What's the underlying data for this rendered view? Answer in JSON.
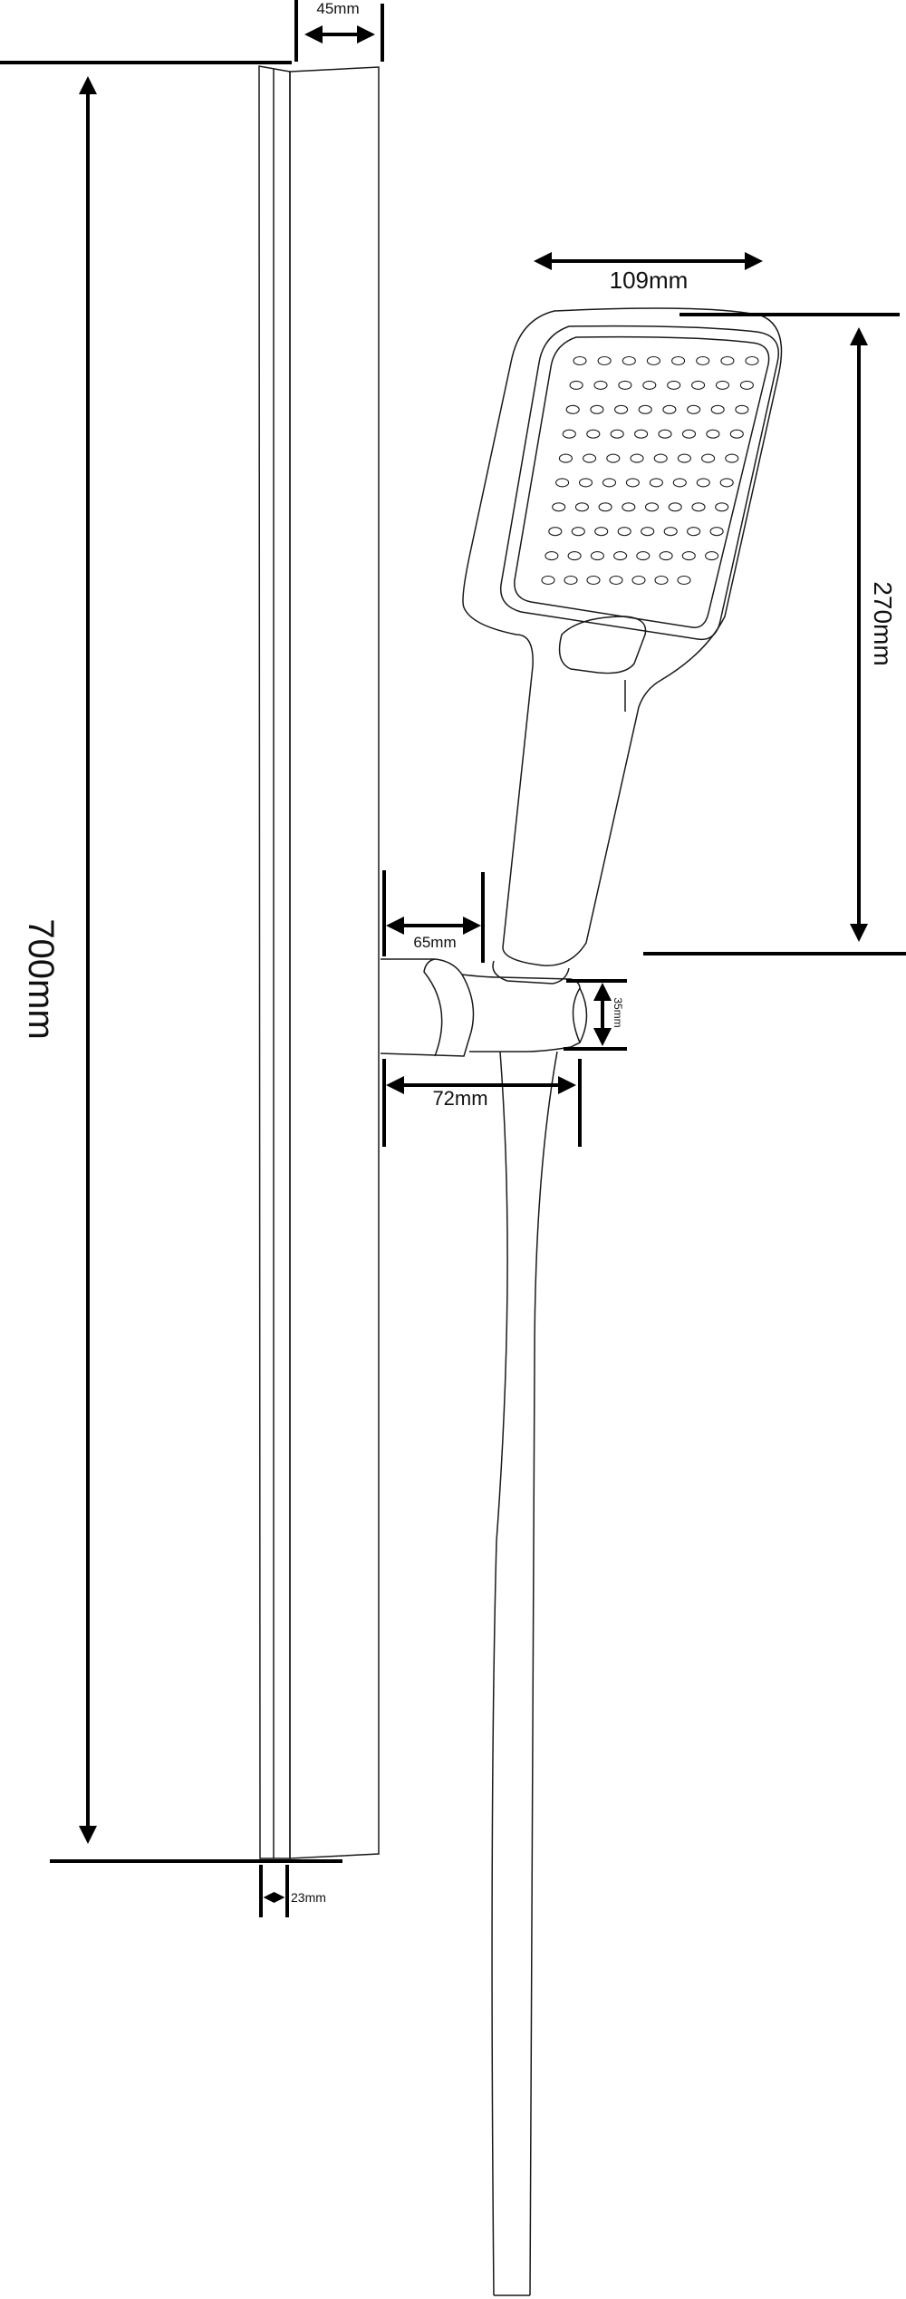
{
  "dimensions": {
    "rail_length": "700mm",
    "rail_width": "45mm",
    "rail_depth": "23mm",
    "head_width": "109mm",
    "handset_length": "270mm",
    "holder_projection": "65mm",
    "holder_offset": "72mm",
    "holder_height": "35mm"
  },
  "colors": {
    "line": "#1a1a1a",
    "dimension": "#000000",
    "background": "#ffffff"
  }
}
